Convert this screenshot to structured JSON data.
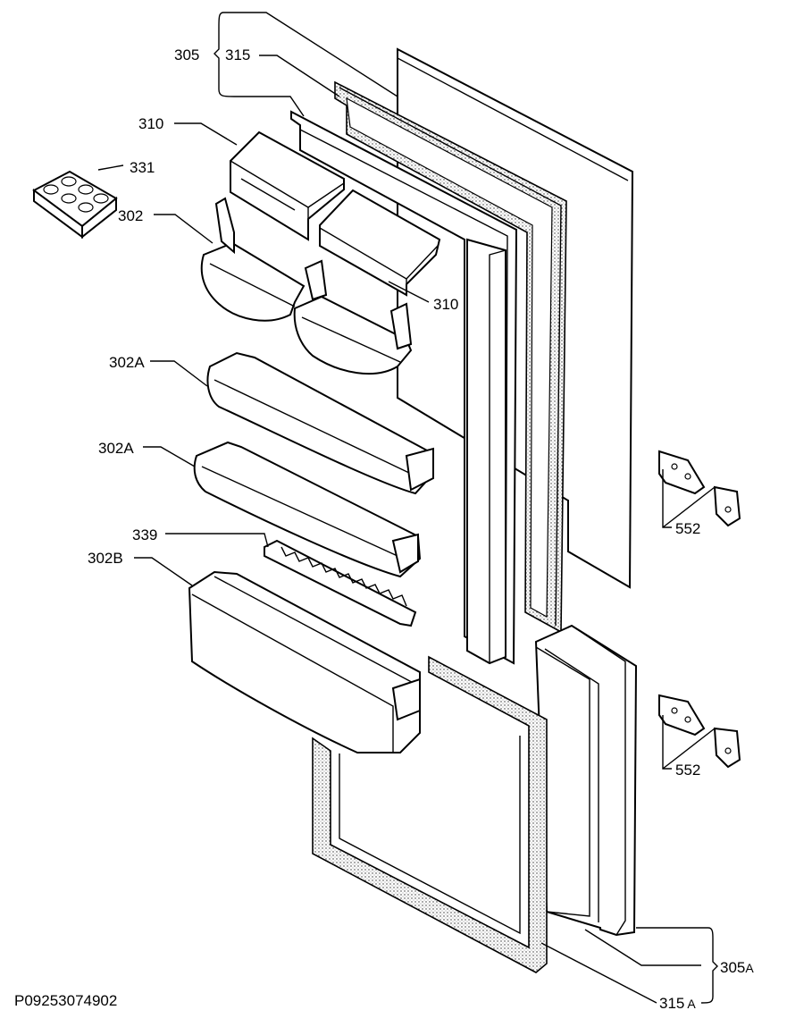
{
  "diagram": {
    "code": "P09253074902",
    "labels": {
      "l305": "305",
      "l315": "315",
      "l310a": "310",
      "l331": "331",
      "l302": "302",
      "l310b": "310",
      "l302a1": "302A",
      "l302a2": "302A",
      "l339": "339",
      "l302b": "302B",
      "l552a": "552",
      "l552b": "552",
      "l305a_num": "305",
      "l305a_suf": "A",
      "l315a_num": "315",
      "l315a_suf": "A"
    }
  }
}
